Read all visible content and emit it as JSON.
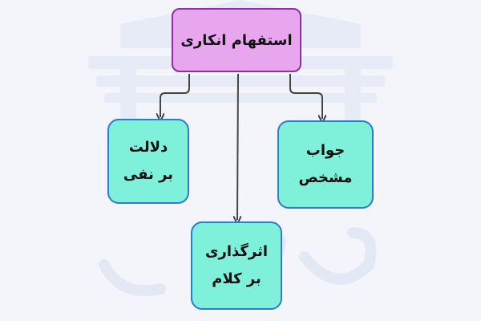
{
  "diagram": {
    "root": {
      "label": "استفهام انکاری"
    },
    "children": [
      {
        "id": "left",
        "lines": [
          "دلالت",
          "بر نفی"
        ]
      },
      {
        "id": "bottom",
        "lines": [
          "اثرگذاری",
          "بر کلام"
        ]
      },
      {
        "id": "right",
        "lines": [
          "جواب",
          "مشخص"
        ]
      }
    ]
  },
  "colors": {
    "root_fill": "#e8a6ee",
    "root_border": "#8b2fa6",
    "child_fill": "#7ff0d9",
    "child_border": "#2f7bd0",
    "connector": "#444444",
    "background": "#f3f5fa"
  }
}
